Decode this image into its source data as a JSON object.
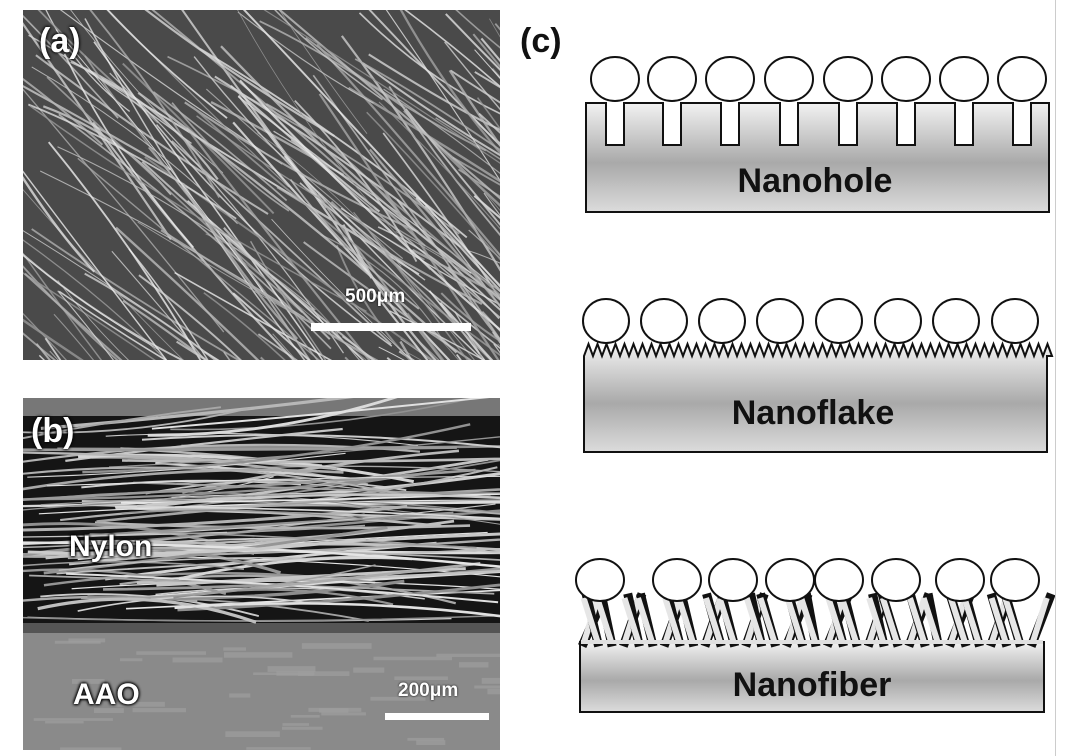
{
  "panels": {
    "a": {
      "label": "(a)",
      "scale_bar": "500μm"
    },
    "b": {
      "label": "(b)",
      "scale_bar": "200μm",
      "layer_top": "Nylon",
      "layer_bottom": "AAO"
    },
    "c": {
      "label": "(c)",
      "structures": [
        {
          "name": "Nanohole"
        },
        {
          "name": "Nanoflake"
        },
        {
          "name": "Nanofiber"
        }
      ]
    }
  }
}
